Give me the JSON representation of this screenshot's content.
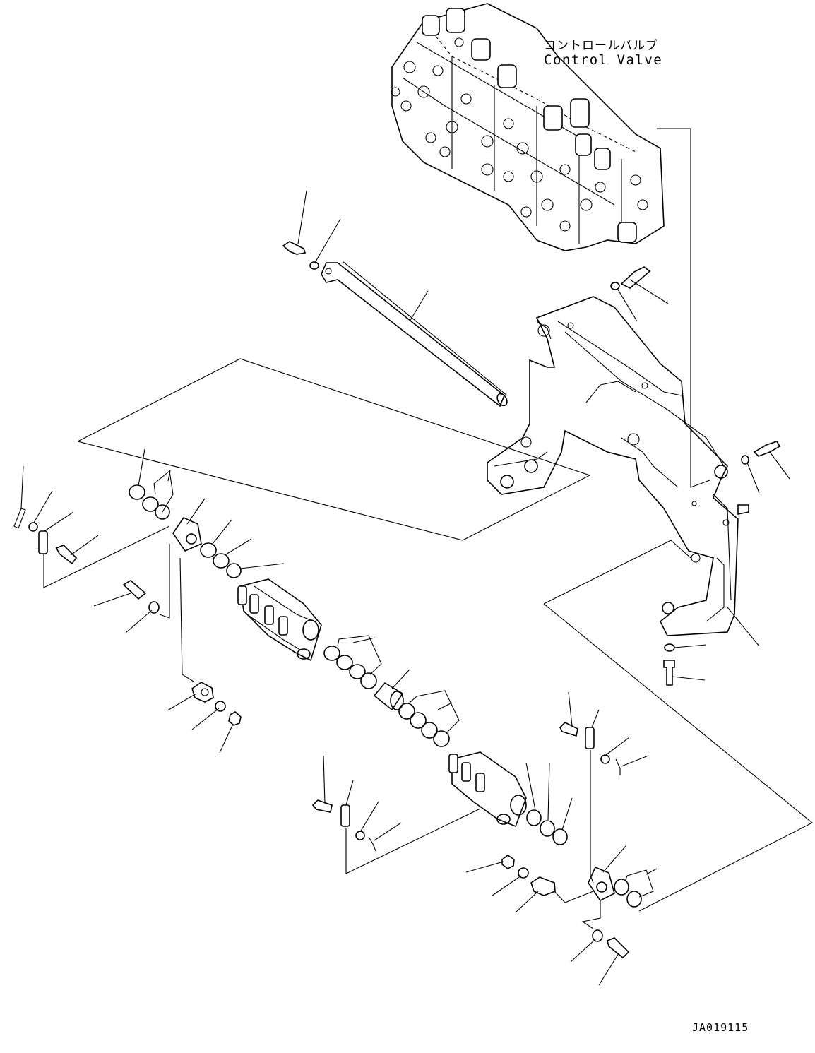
{
  "diagram": {
    "label_jp": "コントロールバルブ",
    "label_en": "Control Valve",
    "drawing_code": "JA019115"
  }
}
